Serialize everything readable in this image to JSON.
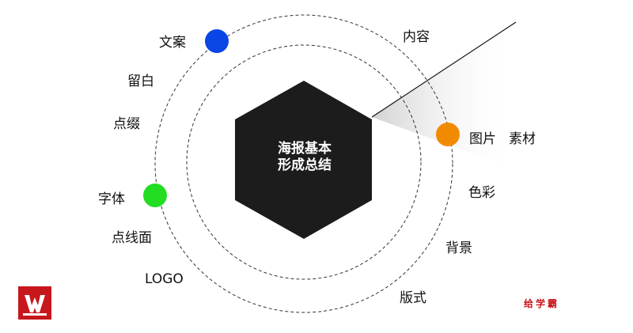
{
  "center": {
    "line1": "海报基本",
    "line2": "形成总结"
  },
  "labels": {
    "wenan": "文案",
    "liubai": "留白",
    "dianzhui": "点缀",
    "ziti": "字体",
    "dianxianmian": "点线面",
    "logo": "LOGO",
    "neirong": "内容",
    "tupian": "图片",
    "sucai": "素材",
    "secai": "色彩",
    "beijing": "背景",
    "banshi": "版式"
  },
  "brand": {
    "text": "给学霸"
  },
  "colors": {
    "hexagon": "#1c1c1c",
    "dot_blue": "#0a45e6",
    "dot_orange": "#f28a00",
    "dot_green": "#22dd22",
    "brand_red": "#c8161d",
    "ring": "#333333"
  },
  "icons": {
    "logo": "w-brand-logo"
  }
}
